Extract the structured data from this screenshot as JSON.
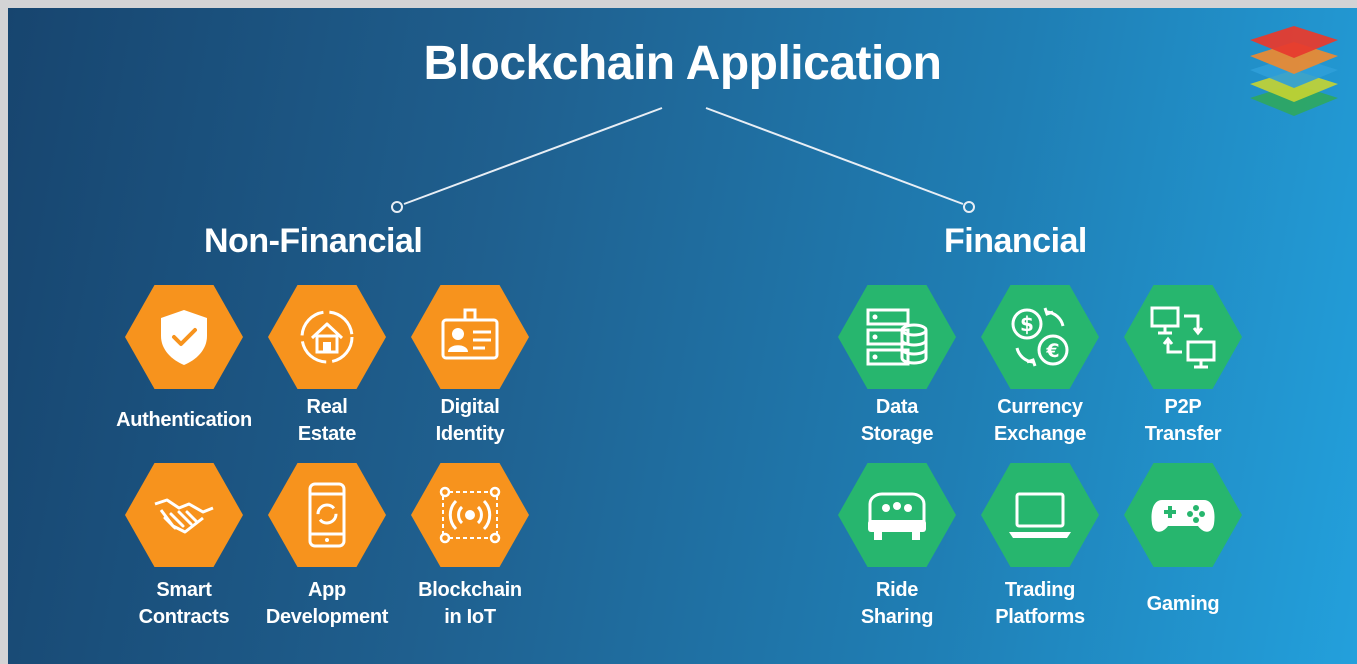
{
  "title": "Blockchain Application",
  "categories": {
    "non_financial": "Non-Financial",
    "financial": "Financial"
  },
  "items": {
    "authentication": [
      "Authentication"
    ],
    "real_estate": [
      "Real",
      "Estate"
    ],
    "digital_identity": [
      "Digital",
      "Identity"
    ],
    "smart_contracts": [
      "Smart",
      "Contracts"
    ],
    "app_development": [
      "App",
      "Development"
    ],
    "blockchain_iot": [
      "Blockchain",
      "in IoT"
    ],
    "data_storage": [
      "Data",
      "Storage"
    ],
    "currency_exchange": [
      "Currency",
      "Exchange"
    ],
    "p2p_transfer": [
      "P2P",
      "Transfer"
    ],
    "ride_sharing": [
      "Ride",
      "Sharing"
    ],
    "trading_platforms": [
      "Trading",
      "Platforms"
    ],
    "gaming": [
      "Gaming"
    ]
  },
  "icons": {
    "authentication": "shield-check-icon",
    "real_estate": "house-cycle-icon",
    "digital_identity": "id-badge-icon",
    "smart_contracts": "handshake-icon",
    "app_development": "smartphone-icon",
    "blockchain_iot": "iot-network-icon",
    "data_storage": "database-icon",
    "currency_exchange": "currency-exchange-icon",
    "p2p_transfer": "computer-transfer-icon",
    "ride_sharing": "car-passengers-icon",
    "trading_platforms": "laptop-icon",
    "gaming": "gamepad-icon"
  },
  "colors": {
    "non_financial_hex": "#f7931d",
    "financial_hex": "#27b66e",
    "background_dark": "#17456f",
    "background_light": "#23a0dc",
    "text": "#ffffff"
  }
}
